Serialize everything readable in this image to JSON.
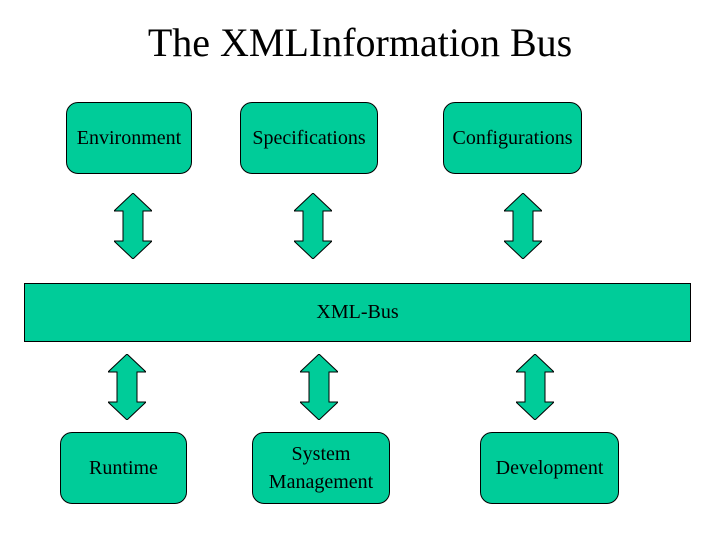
{
  "title": "The XMLInformation Bus",
  "top_boxes": [
    {
      "label": "Environment"
    },
    {
      "label": "Specifications"
    },
    {
      "label": "Configurations"
    }
  ],
  "bus": {
    "label": "XML-Bus"
  },
  "bottom_boxes": [
    {
      "label": "Runtime"
    },
    {
      "label": "System\nManagement"
    },
    {
      "label": "Development"
    }
  ],
  "colors": {
    "box_fill": "#00cc99",
    "outline": "#000000",
    "background": "#ffffff"
  }
}
